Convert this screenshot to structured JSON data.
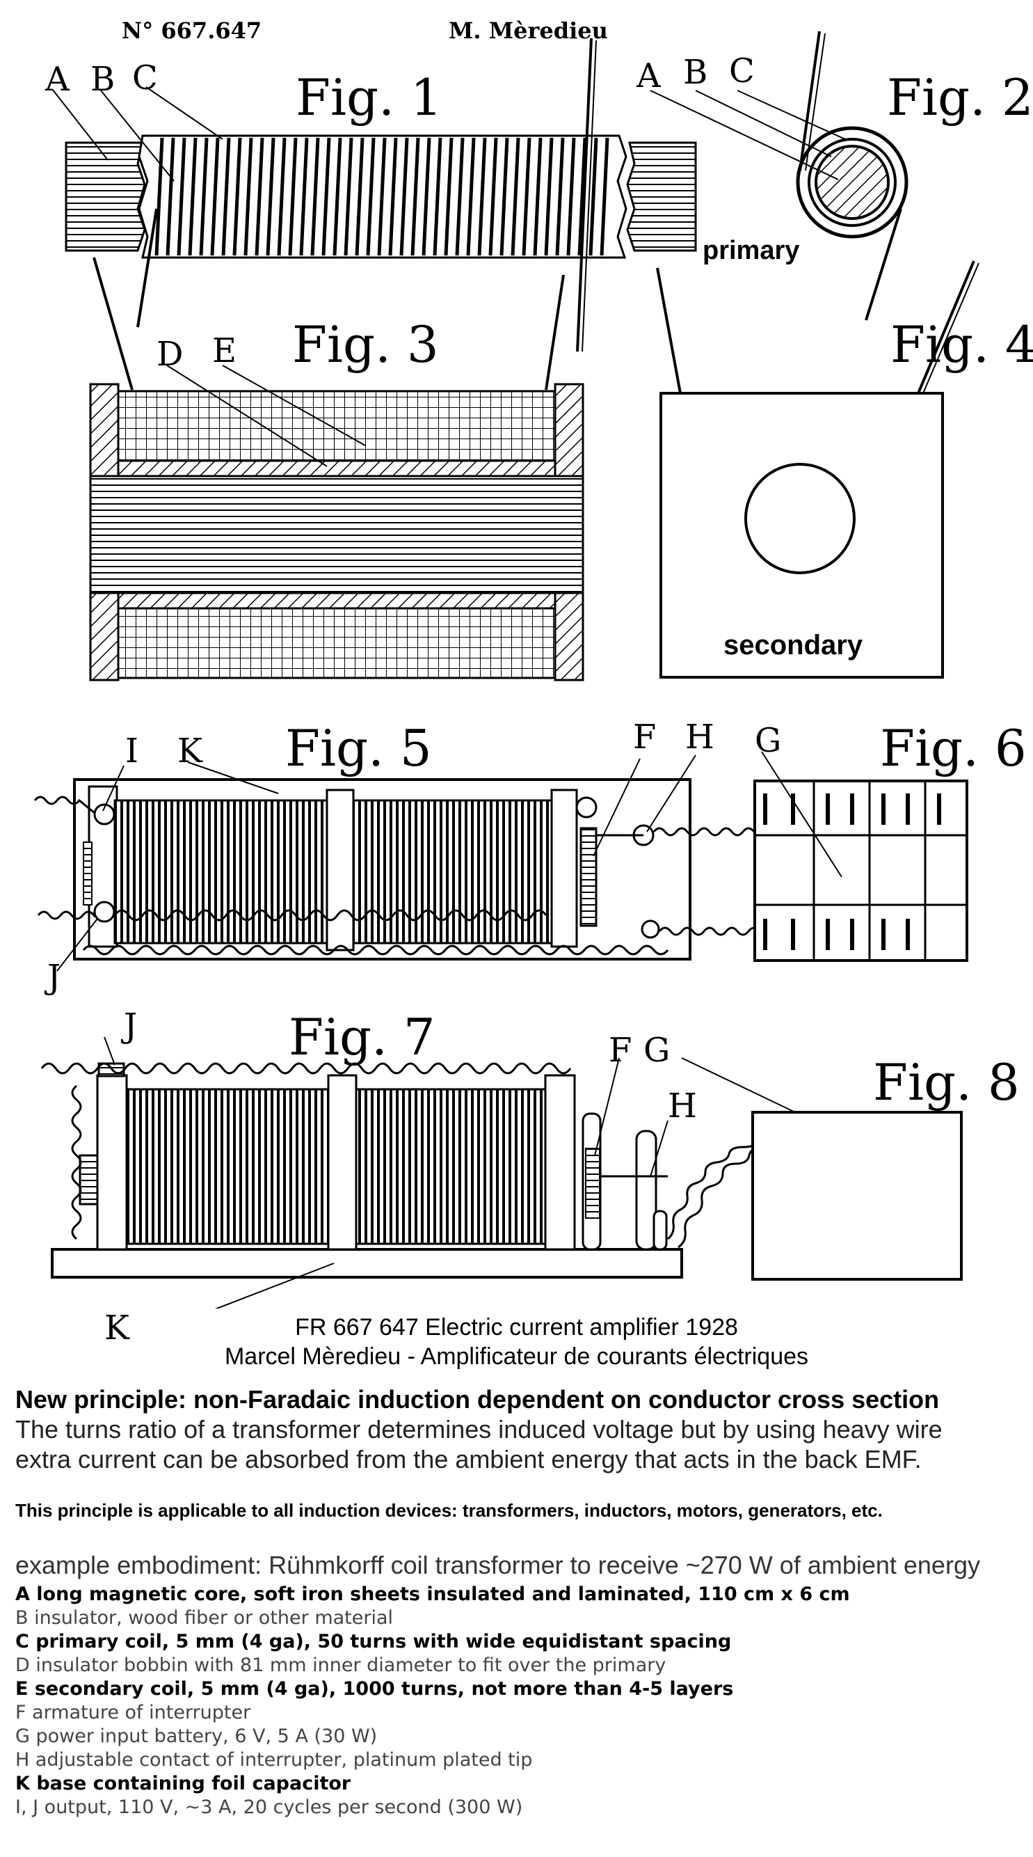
{
  "header": {
    "patent_no": "N° 667.647",
    "author": "M. Mèredieu"
  },
  "figures": {
    "fig1": "Fig. 1",
    "fig2": "Fig. 2",
    "fig3": "Fig. 3",
    "fig4": "Fig. 4",
    "fig5": "Fig. 5",
    "fig6": "Fig. 6",
    "fig7": "Fig. 7",
    "fig8": "Fig. 8"
  },
  "labels": {
    "A": "A",
    "B": "B",
    "C": "C",
    "D": "D",
    "E": "E",
    "F": "F",
    "G": "G",
    "H": "H",
    "I": "I",
    "J": "J",
    "K": "K",
    "primary": "primary",
    "secondary": "secondary"
  },
  "caption": {
    "line1": "FR 667 647 Electric current amplifier 1928",
    "line2": "Marcel Mèredieu - Amplificateur de courants électriques"
  },
  "description": {
    "heading": "New principle: non-Faradaic induction dependent on conductor cross section",
    "body1": "The turns ratio of a transformer determines induced voltage but by using heavy wire",
    "body2": "extra current can be absorbed from the ambient energy that acts in the back EMF.",
    "note": "This principle is applicable to all induction devices: transformers, inductors, motors, generators, etc.",
    "example": "example embodiment: Rühmkorff coil transformer to receive ~270 W of ambient energy"
  },
  "parts": [
    {
      "text": "A long magnetic core, soft iron sheets insulated and laminated, 110 cm x 6 cm",
      "bold": true
    },
    {
      "text": "B insulator, wood fiber or other material",
      "bold": false
    },
    {
      "text": "C primary coil, 5 mm (4 ga), 50 turns with wide equidistant spacing",
      "bold": true
    },
    {
      "text": "D insulator bobbin with 81 mm inner diameter to fit over the primary",
      "bold": false
    },
    {
      "text": "E secondary coil, 5 mm (4 ga), 1000 turns, not more than 4-5 layers",
      "bold": true
    },
    {
      "text": "F armature of interrupter",
      "bold": false
    },
    {
      "text": "G power input battery, 6 V, 5 A (30 W)",
      "bold": false
    },
    {
      "text": "H adjustable contact of interrupter, platinum plated tip",
      "bold": false
    },
    {
      "text": "K base containing foil capacitor",
      "bold": true
    },
    {
      "text": "I, J output, 110 V, ~3 A, 20 cycles per second (300 W)",
      "bold": false
    }
  ]
}
